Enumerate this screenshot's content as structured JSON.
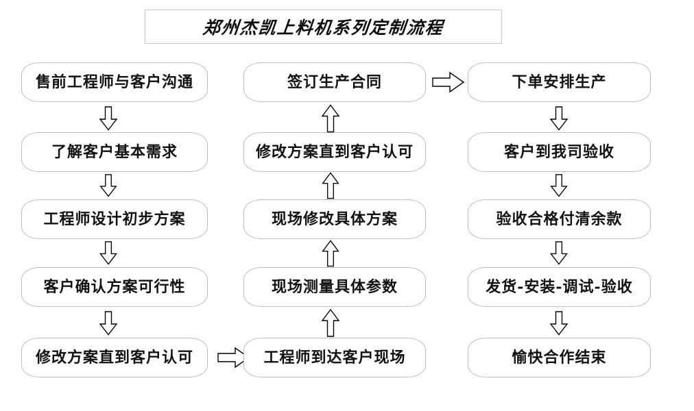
{
  "title": {
    "text": "郑州杰凯上料机系列定制流程"
  },
  "columns": [
    {
      "name": "pre-sales-column",
      "nodes": [
        {
          "id": "n1",
          "label": "售前工程师与客户沟通"
        },
        {
          "id": "n2",
          "label": "了解客户基本需求"
        },
        {
          "id": "n3",
          "label": "工程师设计初步方案"
        },
        {
          "id": "n4",
          "label": "客户确认方案可行性"
        },
        {
          "id": "n5",
          "label": "修改方案直到客户认可"
        }
      ]
    },
    {
      "name": "site-survey-column",
      "nodes": [
        {
          "id": "n6",
          "label": "签订生产合同"
        },
        {
          "id": "n7",
          "label": "修改方案直到客户认可"
        },
        {
          "id": "n8",
          "label": "现场修改具体方案"
        },
        {
          "id": "n9",
          "label": "现场测量具体参数"
        },
        {
          "id": "n10",
          "label": "工程师到达客户现场"
        }
      ]
    },
    {
      "name": "production-column",
      "nodes": [
        {
          "id": "n11",
          "label": "下单安排生产"
        },
        {
          "id": "n12",
          "label": "客户到我司验收"
        },
        {
          "id": "n13",
          "label": "验收合格付清余款"
        },
        {
          "id": "n14",
          "label": "发货-安装-调试-验收"
        },
        {
          "id": "n15",
          "label": "愉快合作结束"
        }
      ]
    }
  ],
  "arrows": {
    "down_icon": "arrow-down-icon",
    "up_icon": "arrow-up-icon",
    "right_icon": "arrow-right-icon"
  },
  "colors": {
    "node_border": "#bdbdbd",
    "title_border": "#c8c8c8",
    "text": "#111111",
    "arrow_stroke": "#000000",
    "background": "#ffffff"
  }
}
